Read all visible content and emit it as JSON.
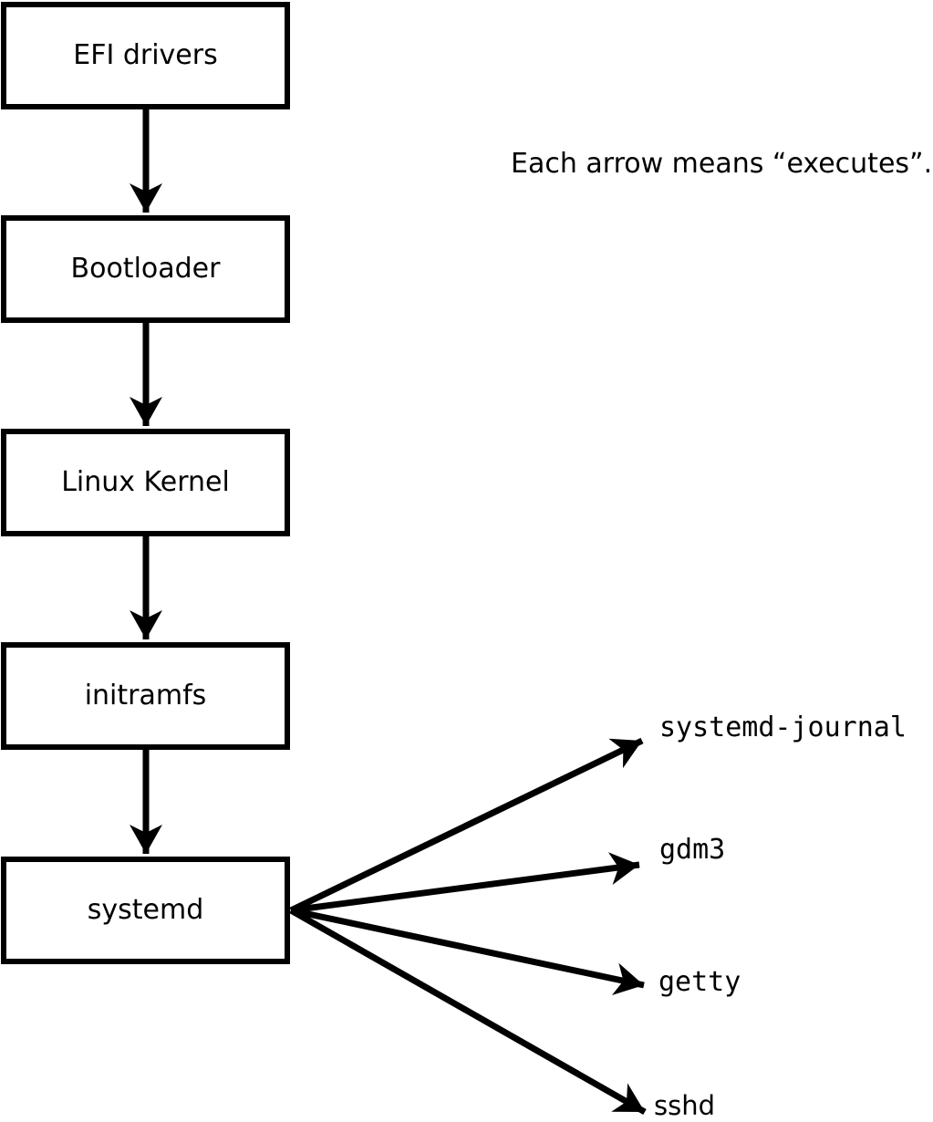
{
  "diagram": {
    "note": "Each arrow means “executes”.",
    "boot_chain": [
      {
        "label": "EFI drivers"
      },
      {
        "label": "Bootloader"
      },
      {
        "label": "Linux Kernel"
      },
      {
        "label": "initramfs"
      },
      {
        "label": "systemd"
      }
    ],
    "spawned_processes": [
      {
        "label": "systemd-journal"
      },
      {
        "label": "gdm3"
      },
      {
        "label": "getty"
      },
      {
        "label": "sshd"
      }
    ],
    "colors": {
      "stroke": "#000000",
      "background": "#ffffff"
    }
  }
}
